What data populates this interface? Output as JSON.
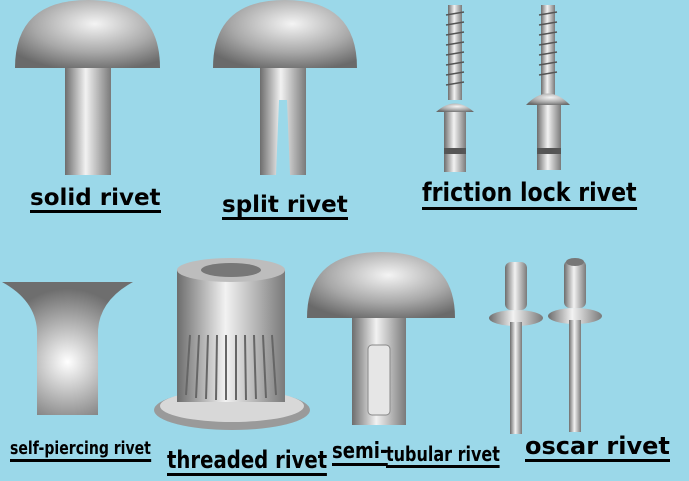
{
  "background_color": "#9bd8e9",
  "labels": {
    "solid": "solid rivet",
    "split": "split rivet",
    "friction_lock": "friction lock rivet",
    "self_piercing": "self-piercing rivet",
    "threaded": "threaded rivet",
    "semi": "semi-",
    "tubular": "tubular rivet",
    "oscar": "oscar rivet"
  }
}
